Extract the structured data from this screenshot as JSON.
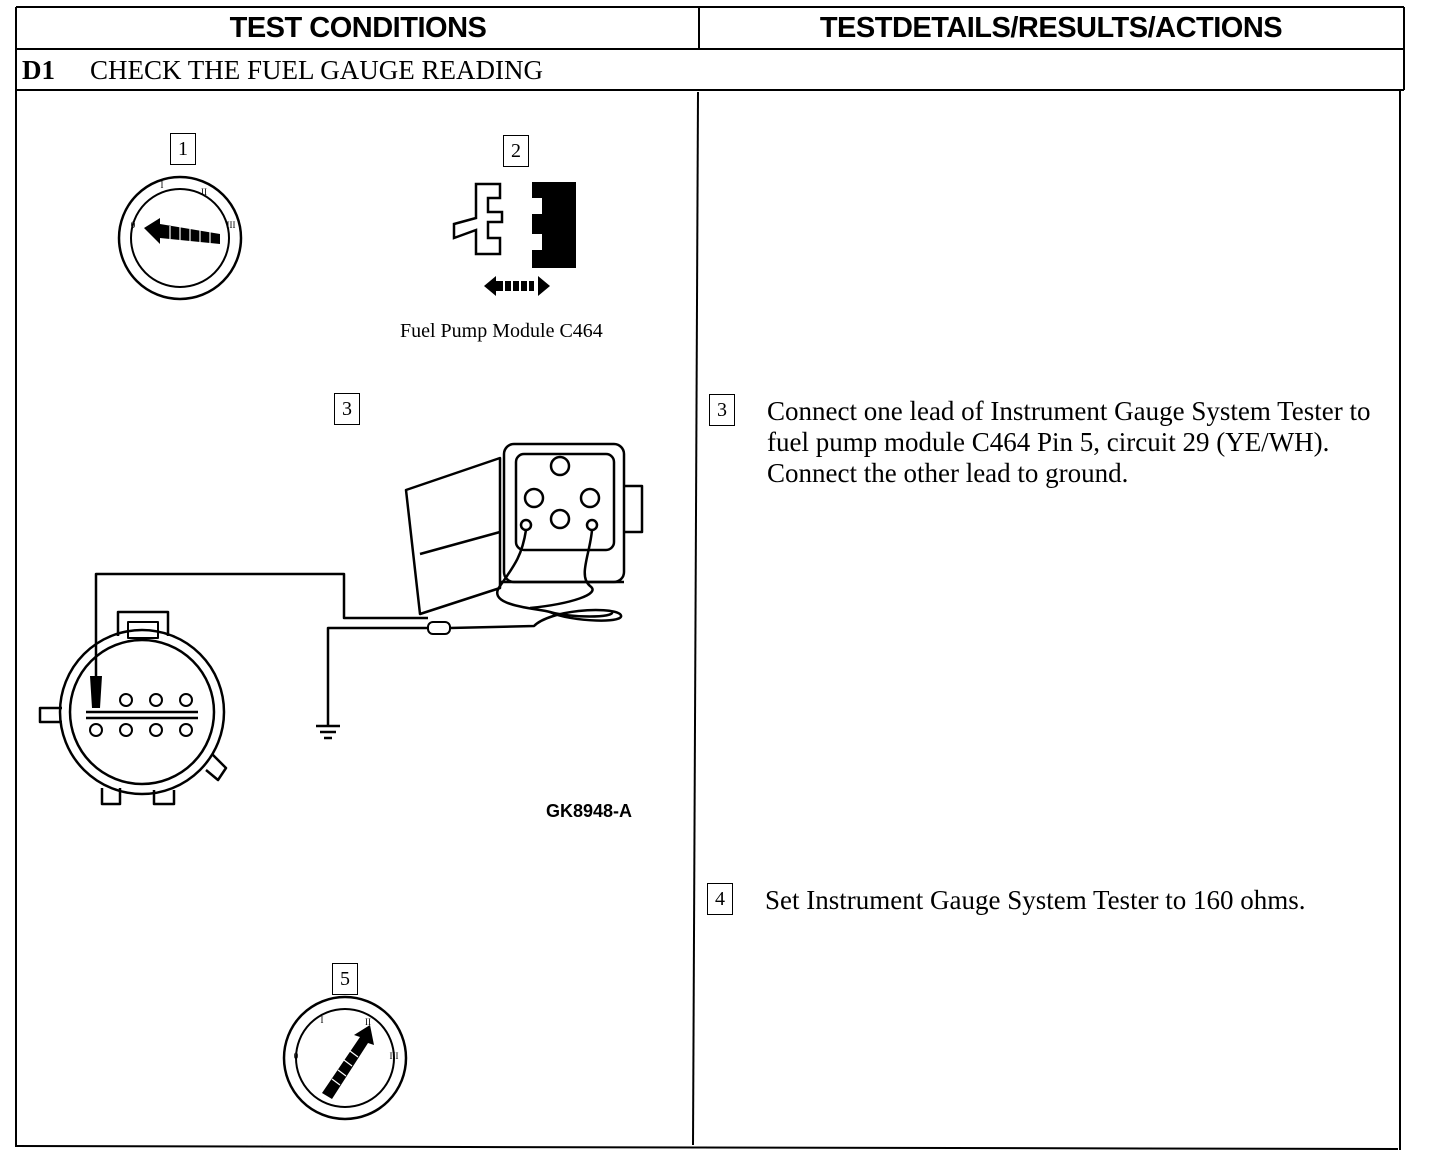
{
  "header": {
    "left_title": "TEST CONDITIONS",
    "right_title": "TESTDETAILS/RESULTS/ACTIONS"
  },
  "step": {
    "code": "D1",
    "title": "CHECK THE FUEL GAUGE READING"
  },
  "illustrations": {
    "callouts": [
      "1",
      "2",
      "3",
      "5"
    ],
    "connector_caption": "Fuel Pump Module C464",
    "figure_id": "GK8948-A",
    "ignition_marks": [
      "0",
      "I",
      "II",
      "III"
    ]
  },
  "actions": [
    {
      "number": "3",
      "text": "Connect one lead of Instrument Gauge System Tester to fuel pump module C464 Pin 5, circuit 29 (YE/WH). Connect the other lead to ground."
    },
    {
      "number": "4",
      "text": "Set Instrument Gauge System Tester to 160 ohms."
    }
  ]
}
